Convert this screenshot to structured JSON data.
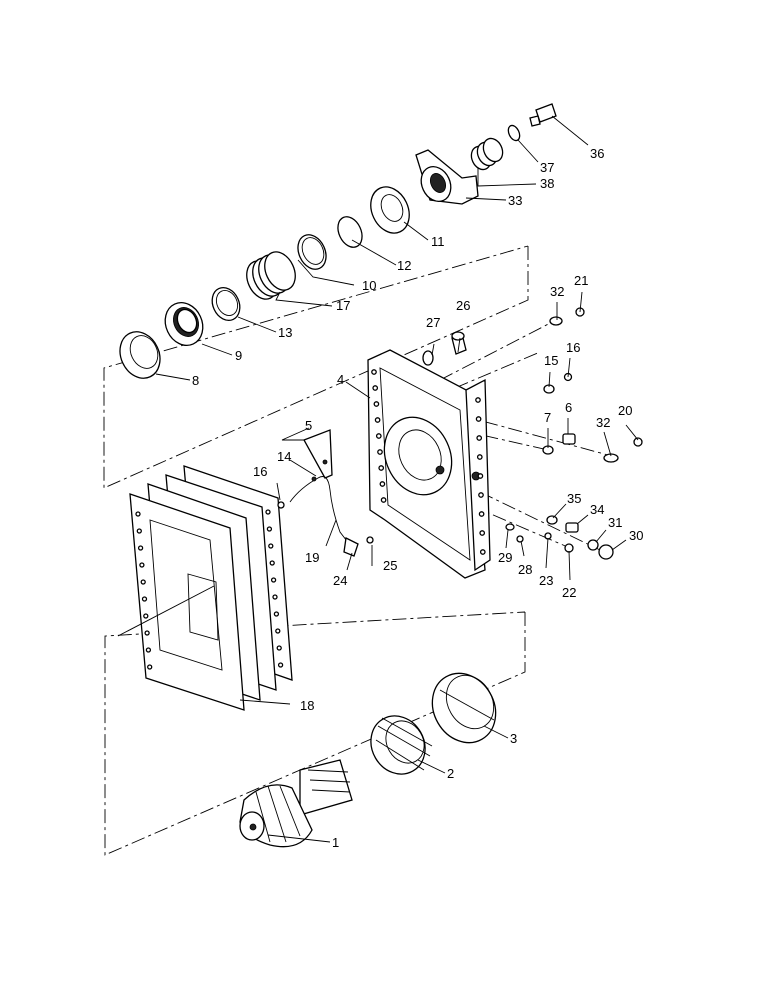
{
  "callouts": [
    {
      "id": "c1",
      "text": "1"
    },
    {
      "id": "c2",
      "text": "2"
    },
    {
      "id": "c3",
      "text": "3"
    },
    {
      "id": "c4",
      "text": "4"
    },
    {
      "id": "c5",
      "text": "5"
    },
    {
      "id": "c6",
      "text": "6"
    },
    {
      "id": "c7",
      "text": "7"
    },
    {
      "id": "c8",
      "text": "8"
    },
    {
      "id": "c9",
      "text": "9"
    },
    {
      "id": "c10",
      "text": "10"
    },
    {
      "id": "c11",
      "text": "11"
    },
    {
      "id": "c12",
      "text": "12"
    },
    {
      "id": "c13",
      "text": "13"
    },
    {
      "id": "c14",
      "text": "14"
    },
    {
      "id": "c15",
      "text": "15"
    },
    {
      "id": "c16a",
      "text": "16"
    },
    {
      "id": "c16b",
      "text": "16"
    },
    {
      "id": "c17",
      "text": "17"
    },
    {
      "id": "c18",
      "text": "18"
    },
    {
      "id": "c19",
      "text": "19"
    },
    {
      "id": "c20",
      "text": "20"
    },
    {
      "id": "c21",
      "text": "21"
    },
    {
      "id": "c22",
      "text": "22"
    },
    {
      "id": "c23",
      "text": "23"
    },
    {
      "id": "c24",
      "text": "24"
    },
    {
      "id": "c25",
      "text": "25"
    },
    {
      "id": "c26",
      "text": "26"
    },
    {
      "id": "c27",
      "text": "27"
    },
    {
      "id": "c28",
      "text": "28"
    },
    {
      "id": "c29",
      "text": "29"
    },
    {
      "id": "c30",
      "text": "30"
    },
    {
      "id": "c31",
      "text": "31"
    },
    {
      "id": "c32a",
      "text": "32"
    },
    {
      "id": "c32b",
      "text": "32"
    },
    {
      "id": "c33",
      "text": "33"
    },
    {
      "id": "c34",
      "text": "34"
    },
    {
      "id": "c35",
      "text": "35"
    },
    {
      "id": "c36",
      "text": "36"
    },
    {
      "id": "c37",
      "text": "37"
    },
    {
      "id": "c38",
      "text": "38"
    }
  ]
}
